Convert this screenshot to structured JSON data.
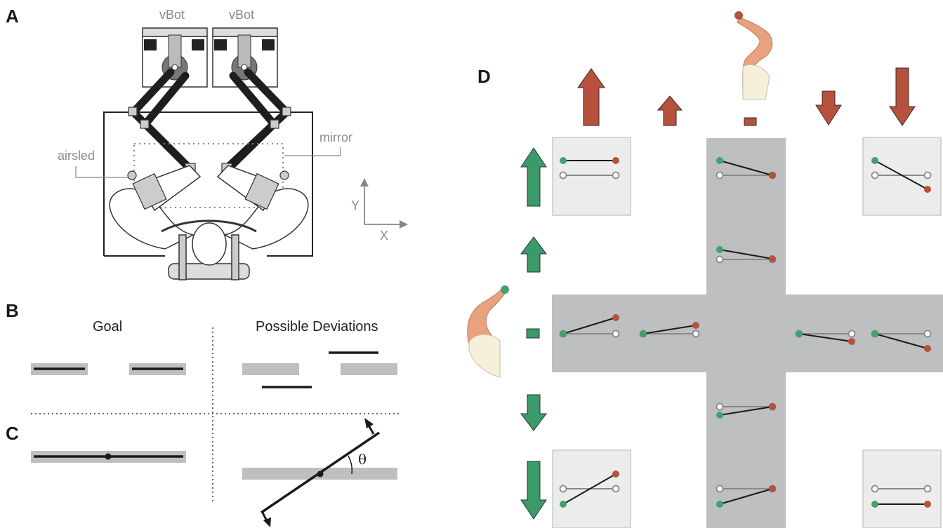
{
  "panel_labels": {
    "a": "A",
    "b": "B",
    "c": "C",
    "d": "D"
  },
  "apparatus": {
    "robot_labels": [
      "vBot",
      "vBot"
    ],
    "mirror_label": "mirror",
    "airsled_label": "airsled",
    "axis_y": "Y",
    "axis_x": "X"
  },
  "panel_b": {
    "goal_label": "Goal",
    "deviation_label": "Possible Deviations"
  },
  "panel_c": {
    "angle_symbol": "θ"
  },
  "panel_d": {
    "minus_symbol": "-",
    "colors": {
      "increase": "#b5513d",
      "left_arrow": "#3b9a6a",
      "field_bg": "#bebfc0",
      "cell_bg": "#ececec",
      "left_dot": "#45a06d",
      "right_dot": "#b5513d"
    }
  }
}
